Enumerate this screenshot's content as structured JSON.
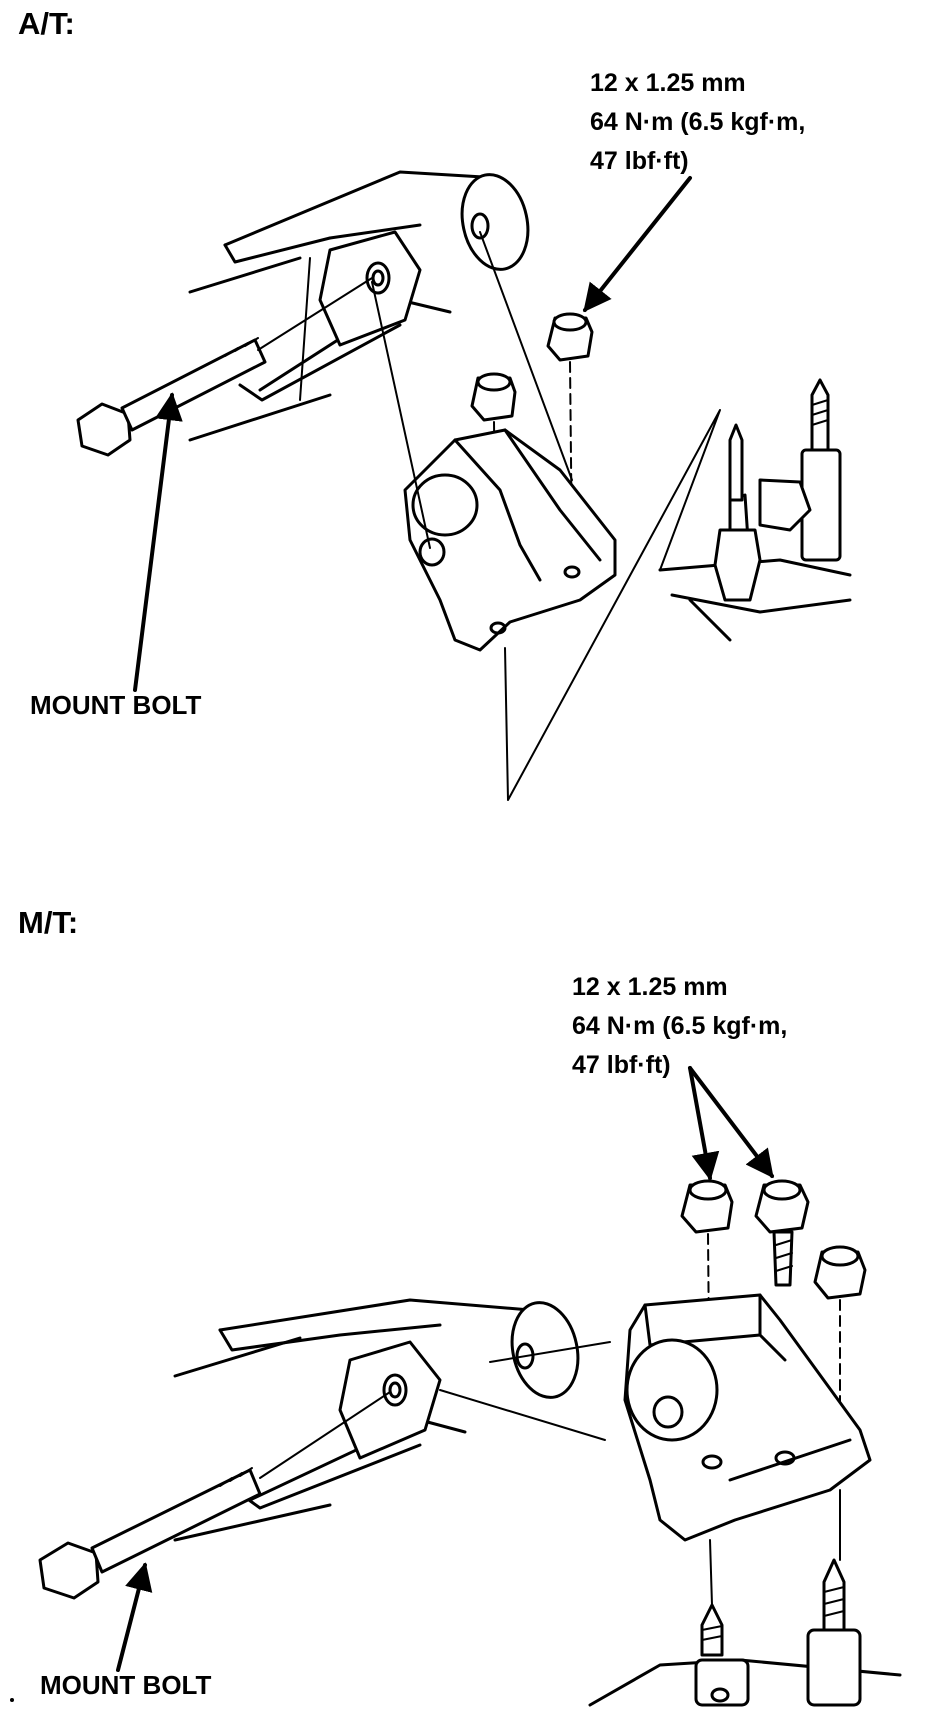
{
  "sections": [
    {
      "title": "A/T:",
      "spec": [
        "12 x 1.25 mm",
        "64 N·m (6.5 kgf·m,",
        "47 lbf·ft)"
      ],
      "part_label": "MOUNT BOLT"
    },
    {
      "title": "M/T:",
      "spec": [
        "12 x 1.25 mm",
        "64 N·m (6.5 kgf·m,",
        "47 lbf·ft)"
      ],
      "part_label": "MOUNT BOLT"
    }
  ],
  "icons": [
    "nut-icon",
    "bolt-icon",
    "mount-bracket-icon",
    "arrow-icon"
  ],
  "colors": {
    "ink": "#000000",
    "paper": "#ffffff"
  }
}
